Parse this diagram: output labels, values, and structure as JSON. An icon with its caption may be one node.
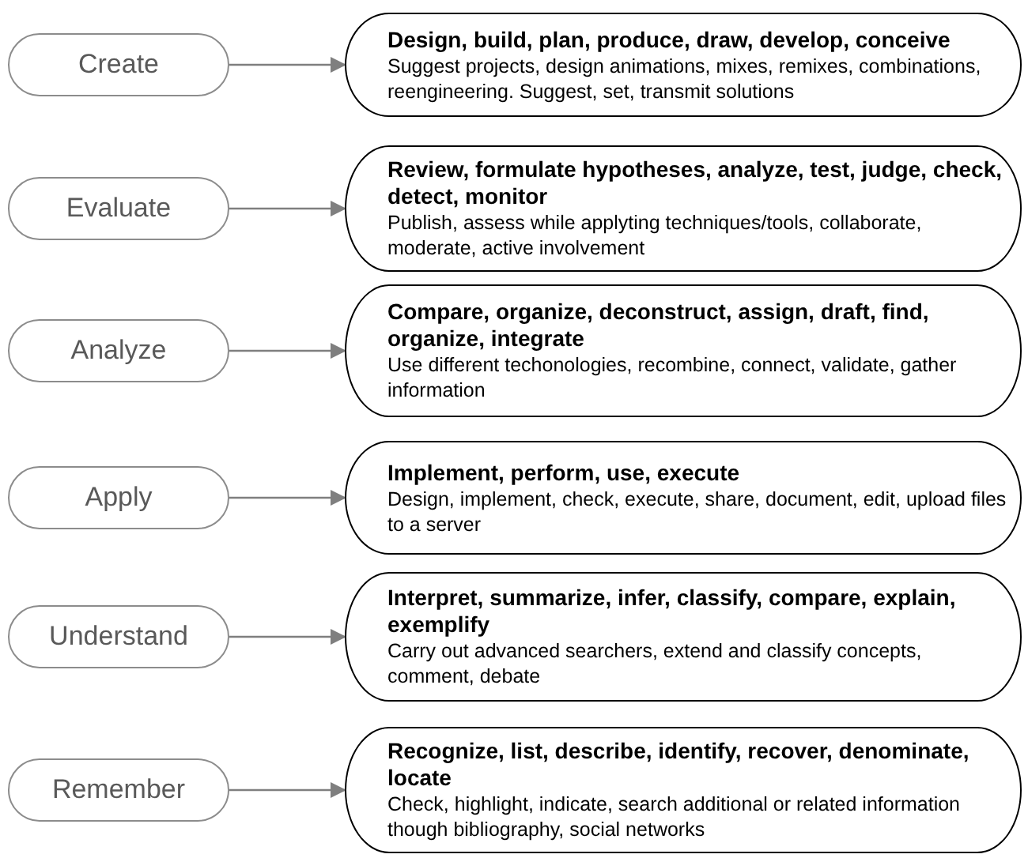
{
  "diagram": {
    "nodes": [
      {
        "text": [
          "Create"
        ]
      },
      {
        "text": [
          "Design, build, plan, produce, draw, develop, conceive",
          "Suggest projects, design animations, mixes, remixes, combinations, reengineering. Suggest, set, transmit solutions"
        ]
      },
      {
        "text": [
          "Evaluate"
        ]
      },
      {
        "text": [
          "Review, formulate hypotheses, analyze, test, judge, check, detect, monitor",
          "Publish, assess while applyting techniques/tools, collaborate, moderate, active involvement"
        ]
      },
      {
        "text": [
          "Analyze"
        ]
      },
      {
        "text": [
          "Compare, organize, deconstruct, assign, draft, find, organize, integrate",
          "Use different techonologies, recombine, connect, validate, gather information"
        ]
      },
      {
        "text": [
          "Apply"
        ]
      },
      {
        "text": [
          "Implement, perform, use, execute",
          "Design, implement, check, execute, share, document, edit, upload files to a server"
        ]
      },
      {
        "text": [
          "Understand"
        ]
      },
      {
        "text": [
          "Interpret, summarize, infer, classify, compare, explain, exemplify",
          "Carry out advanced searchers, extend and classify concepts, comment, debate"
        ]
      },
      {
        "text": [
          "Remember"
        ]
      },
      {
        "text": [
          "Recognize, list, describe, identify, recover, denominate, locate",
          "Check, highlight, indicate, search additional or related information though bibliography, social networks"
        ]
      }
    ],
    "edges": [
      {
        "from": 0,
        "to": 1,
        "arrow": "to"
      },
      {
        "from": 2,
        "to": 3,
        "arrow": "to"
      },
      {
        "from": 4,
        "to": 5,
        "arrow": "to"
      },
      {
        "from": 6,
        "to": 7,
        "arrow": "to"
      },
      {
        "from": 8,
        "to": 9,
        "arrow": "to"
      },
      {
        "from": 10,
        "to": 11,
        "arrow": "to"
      }
    ]
  }
}
